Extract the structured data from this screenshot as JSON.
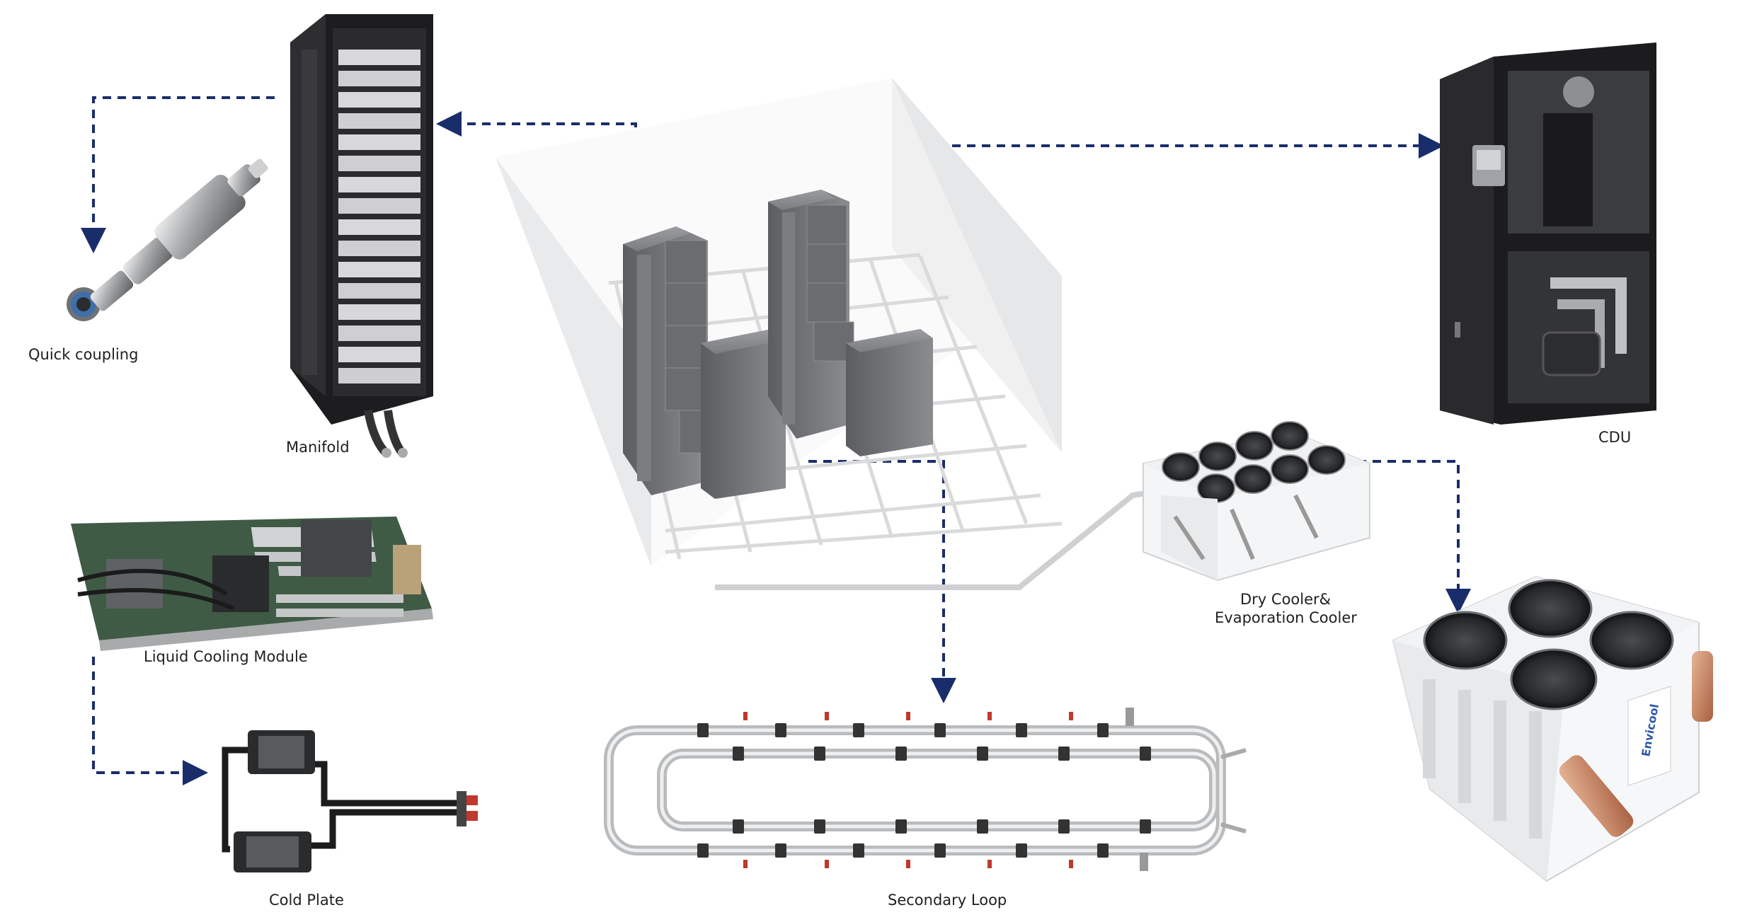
{
  "labels": {
    "quick_coupling": "Quick coupling",
    "manifold": "Manifold",
    "cdu": "CDU",
    "liquid_cooling_module": "Liquid Cooling Module",
    "dry_cooler_line1": "Dry Cooler&",
    "dry_cooler_line2": "Evaporation Cooler",
    "cold_plate": "Cold Plate",
    "secondary_loop": "Secondary Loop"
  },
  "colors": {
    "arrow": "#1a2d6b",
    "rack_dark": "#1b1b1d",
    "server_gray": "#6b6d70",
    "wall": "#f4f4f4",
    "pipe": "#c9cbcd",
    "copper": "#c9835f",
    "pcb_green": "#3f5a45"
  },
  "logo_text": "Envicool"
}
